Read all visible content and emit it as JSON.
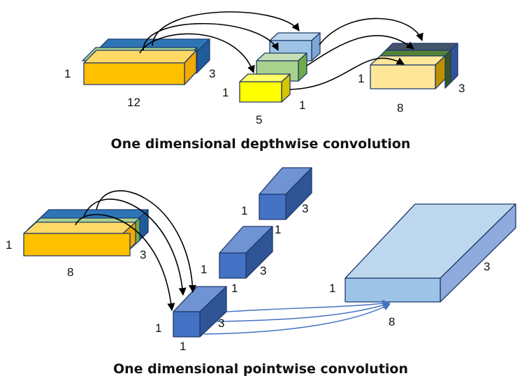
{
  "top": {
    "caption": "One dimensional depthwise convolution",
    "input_labels": {
      "height": "1",
      "depth": "3",
      "width": "12"
    },
    "kernel_labels": {
      "height": "1",
      "width": "5",
      "depth": "1"
    },
    "output_labels": {
      "height": "1",
      "depth": "3",
      "width": "8"
    }
  },
  "bottom": {
    "caption": "One dimensional pointwise convolution",
    "input_labels": {
      "height": "1",
      "depth": "3",
      "width": "8"
    },
    "kernel_a_labels": {
      "height": "1",
      "depth": "3",
      "width": "1"
    },
    "kernel_b_labels": {
      "height": "1",
      "depth": "3",
      "width": "1"
    },
    "kernel_c_labels": {
      "height": "1",
      "depth": "3",
      "width": "1"
    },
    "output_labels": {
      "height": "1",
      "depth": "3",
      "width": "8"
    }
  },
  "colors": {
    "orange": "#ffc000",
    "green": "#a9d18e",
    "blue_layer": "#2e75b6",
    "yellow": "#ffff00",
    "light_blue": "#9dc3e6",
    "pale_orange": "#ffe699",
    "kernel_blue": "#4472c4",
    "output_blue": "#bdd7ee"
  }
}
